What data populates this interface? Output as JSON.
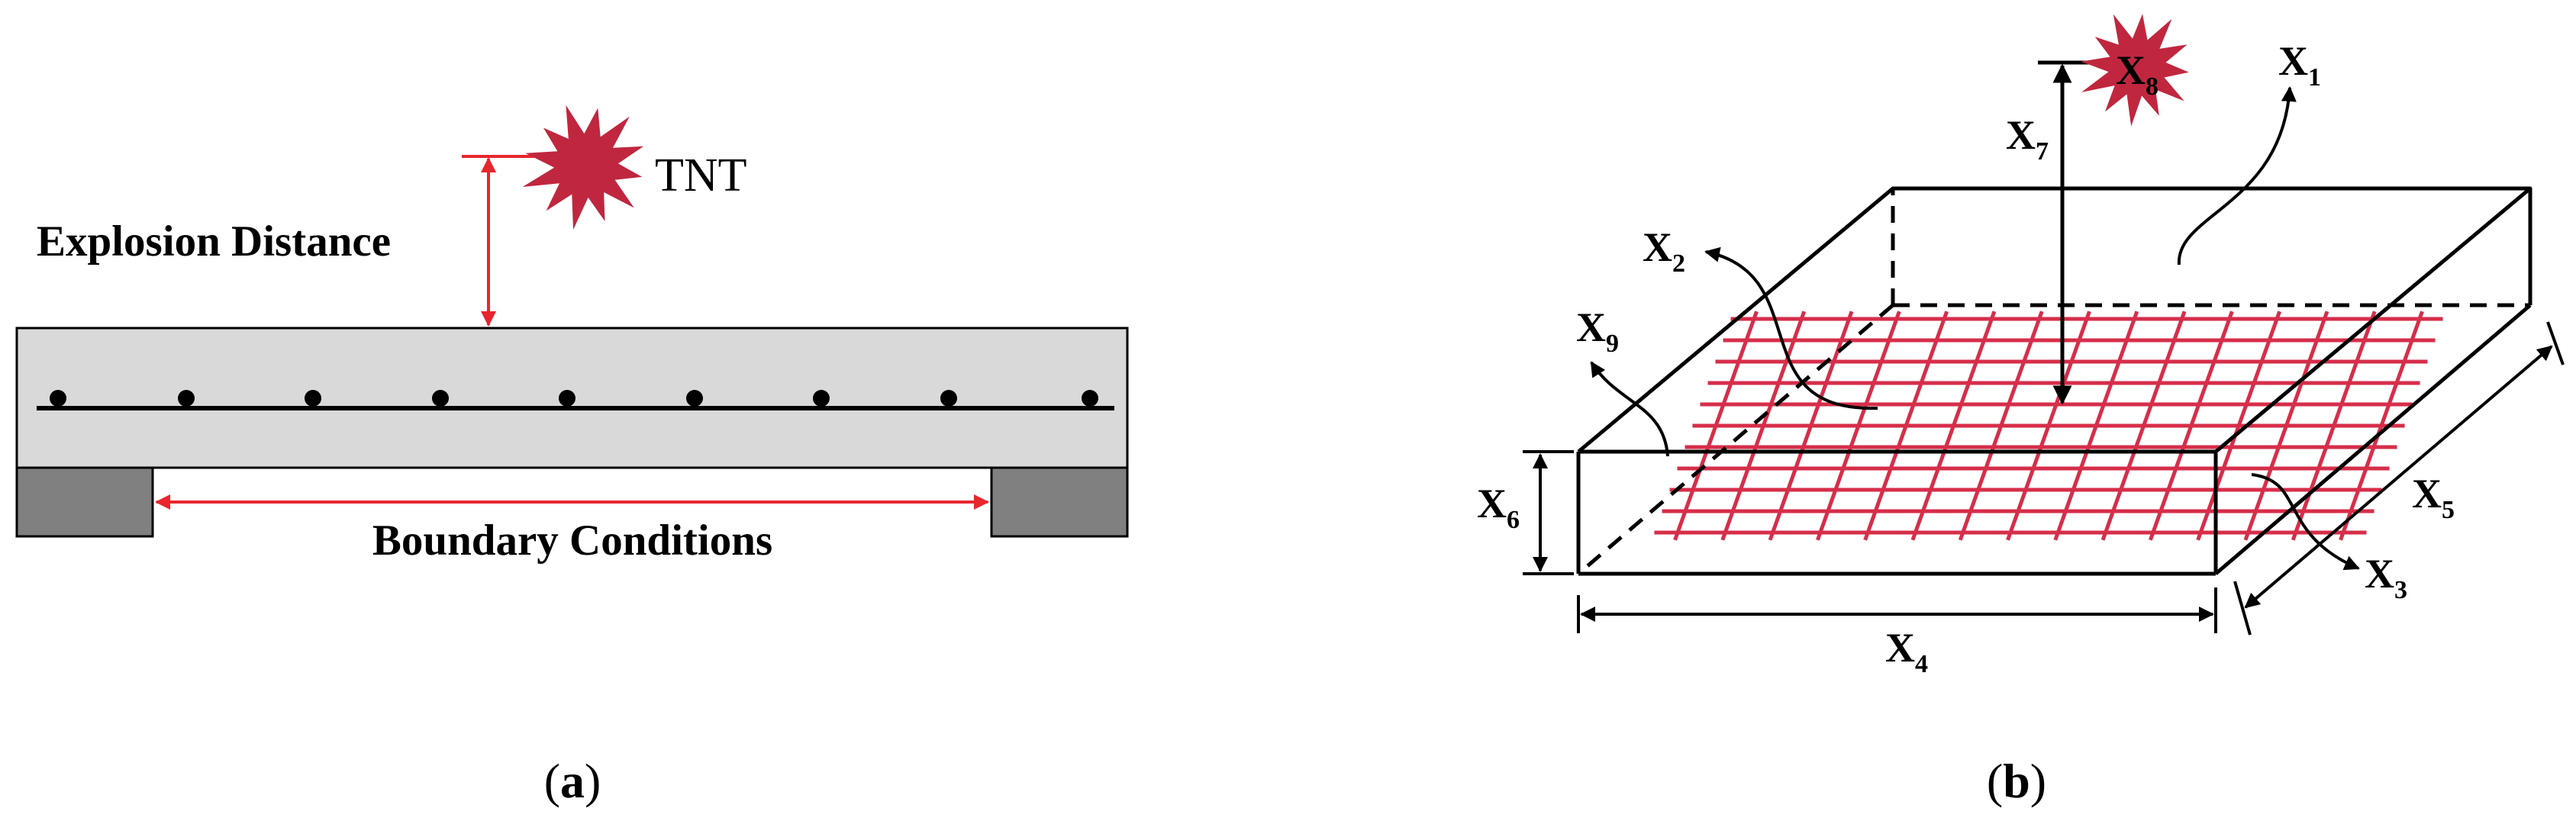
{
  "panel_a": {
    "tnt_label": "TNT",
    "distance_label": "Explosion Distance",
    "boundary_label": "Boundary Conditions",
    "caption_open": "(",
    "caption_letter": "a",
    "caption_close": ")"
  },
  "panel_b": {
    "variables": [
      {
        "base": "X",
        "sub": "1"
      },
      {
        "base": "X",
        "sub": "2"
      },
      {
        "base": "X",
        "sub": "3"
      },
      {
        "base": "X",
        "sub": "4"
      },
      {
        "base": "X",
        "sub": "5"
      },
      {
        "base": "X",
        "sub": "6"
      },
      {
        "base": "X",
        "sub": "7"
      },
      {
        "base": "X",
        "sub": "8"
      },
      {
        "base": "X",
        "sub": "9"
      }
    ],
    "caption_open": "(",
    "caption_letter": "b",
    "caption_close": ")"
  },
  "colors": {
    "explosion": "#c0273f",
    "rebar": "#d62e4a",
    "arrow_red": "#e8262d",
    "slab_fill": "#d9d9d9",
    "support_fill": "#808080",
    "line": "#000000"
  }
}
